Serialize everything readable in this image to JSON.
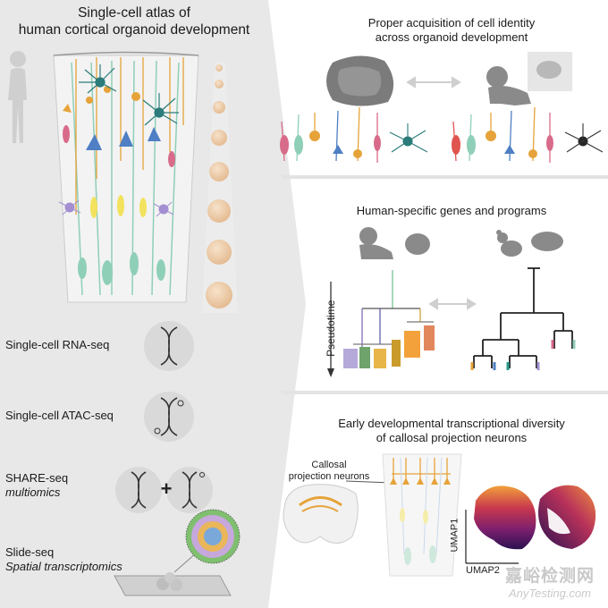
{
  "left_panel": {
    "title_line1": "Single-cell atlas of",
    "title_line2": "human cortical organoid development",
    "methods": [
      {
        "name": "Single-cell RNA-seq",
        "sub": ""
      },
      {
        "name": "Single-cell ATAC-seq",
        "sub": ""
      },
      {
        "name": "SHARE-seq",
        "sub": "multiomics"
      },
      {
        "name": "Slide-seq",
        "sub": "Spatial transcriptomics"
      }
    ],
    "plus_sign": "+"
  },
  "panel_identity": {
    "title_line1": "Proper acquisition of cell identity",
    "title_line2": "across organoid development"
  },
  "panel_genes": {
    "title": "Human-specific genes and programs",
    "axis_label": "Pseudotime"
  },
  "panel_cpn": {
    "title_line1": "Early developmental transcriptional diversity",
    "title_line2": "of callosal projection neurons",
    "callout_line1": "Callosal",
    "callout_line2": "projection neurons",
    "umap_x": "UMAP2",
    "umap_y": "UMAP1"
  },
  "watermark": {
    "cn": "嘉峪检测网",
    "en": "AnyTesting.com"
  },
  "colors": {
    "bg_gray": "#ececec",
    "organoid": "#f0d3b4",
    "tissue_green": "#8fcfb8",
    "tissue_orange": "#e6a33a",
    "tissue_blue": "#4f7fc4",
    "tissue_pink": "#d86b8a",
    "tissue_yellow": "#f3e25d",
    "tissue_purple": "#a38fd1",
    "tissue_teal": "#2b7c7a"
  }
}
